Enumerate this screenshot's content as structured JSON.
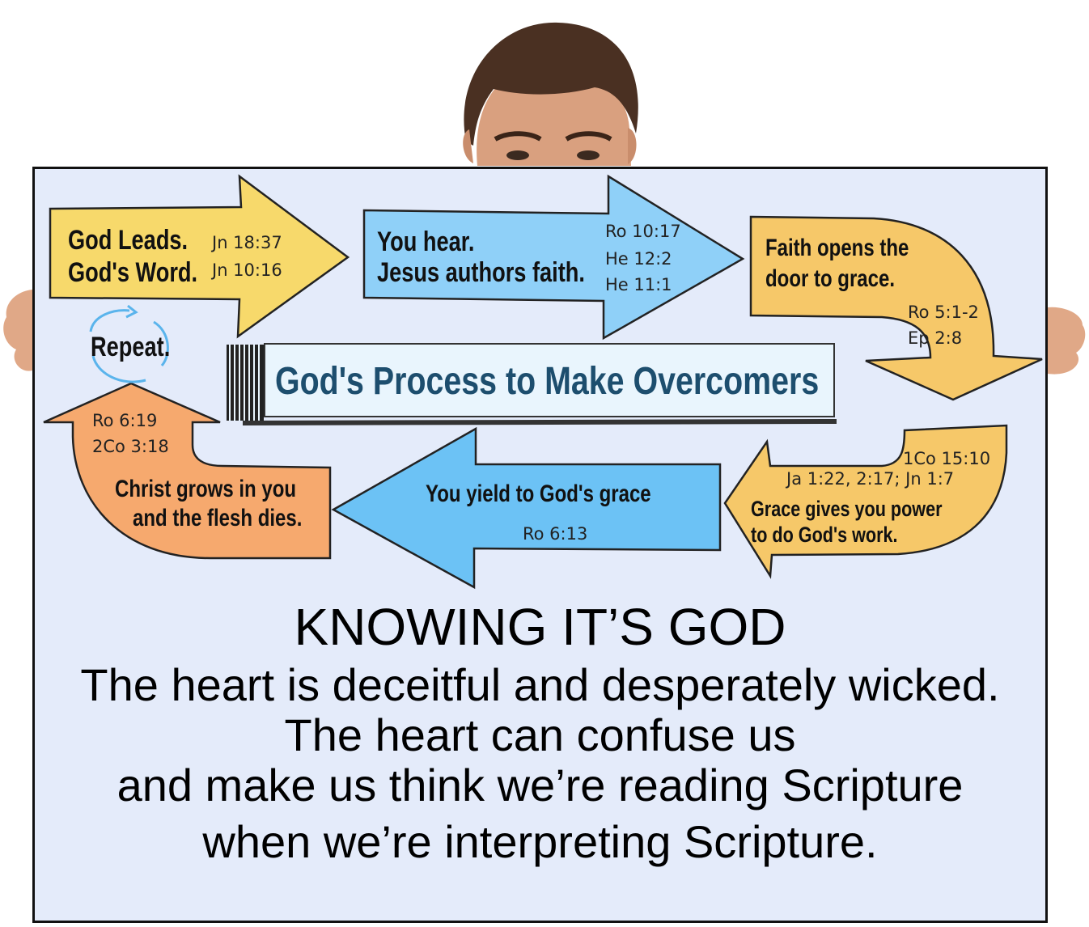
{
  "diagram": {
    "title": "God's Process to Make Overcomers",
    "steps": [
      {
        "line1": "God Leads.",
        "line2": "God's Word.",
        "refs": [
          "Jn 18:37",
          "Jn 10:16"
        ],
        "color": "#f7d96b"
      },
      {
        "line1": "You hear.",
        "line2": "Jesus authors faith.",
        "refs": [
          "Ro 10:17",
          "He 12:2",
          "He 11:1"
        ],
        "color": "#8fd0f8"
      },
      {
        "line1": "Faith opens the",
        "line2": "door to grace.",
        "refs": [
          "Ro 5:1-2",
          "Ep 2:8"
        ],
        "color": "#f6c869"
      },
      {
        "line1": "Grace gives you power",
        "line2": "to do God's work.",
        "refs": [
          "1Co 15:10",
          "Ja 1:22, 2:17; Jn 1:7"
        ],
        "color": "#f6c869"
      },
      {
        "line1": "You yield to God's grace",
        "refs": [
          "Ro 6:13"
        ],
        "color": "#6cc2f5"
      },
      {
        "line1": "Christ grows in you",
        "line2": "and the flesh dies.",
        "refs": [
          "Ro 6:19",
          "2Co 3:18"
        ],
        "color": "#f6a96e"
      }
    ],
    "repeat_label": "Repeat."
  },
  "message": {
    "heading": "KNOWING IT’S GOD",
    "lines": [
      "The heart is deceitful and desperately wicked.",
      "The heart can confuse us",
      "and make us think we’re reading Scripture",
      "when we’re interpreting Scripture."
    ]
  },
  "colors": {
    "board": "#e4ebfa",
    "title_text": "#1d4e6e"
  }
}
